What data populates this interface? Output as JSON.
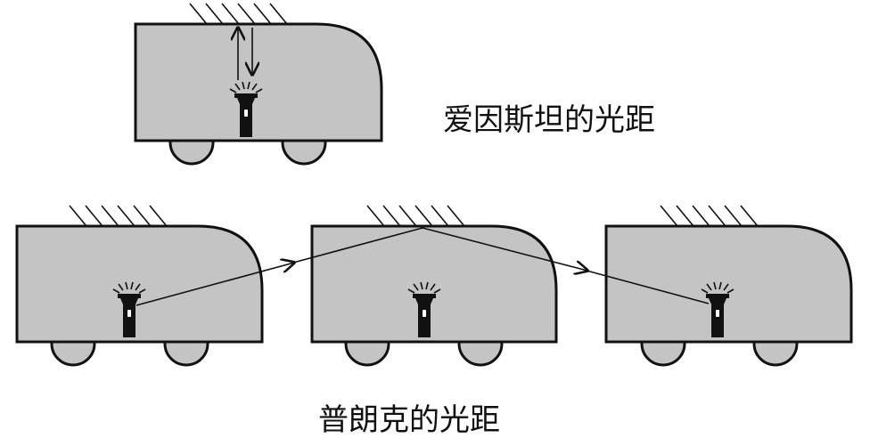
{
  "captions": {
    "einstein": "爱因斯坦的光距",
    "planck": "普朗克的光距"
  },
  "colors": {
    "cart_body": "#c4c4c4",
    "outline": "#111111",
    "light": "#111111"
  },
  "icons": {
    "flashlight": "flashlight-icon",
    "ceiling_hatch": "hatch"
  }
}
